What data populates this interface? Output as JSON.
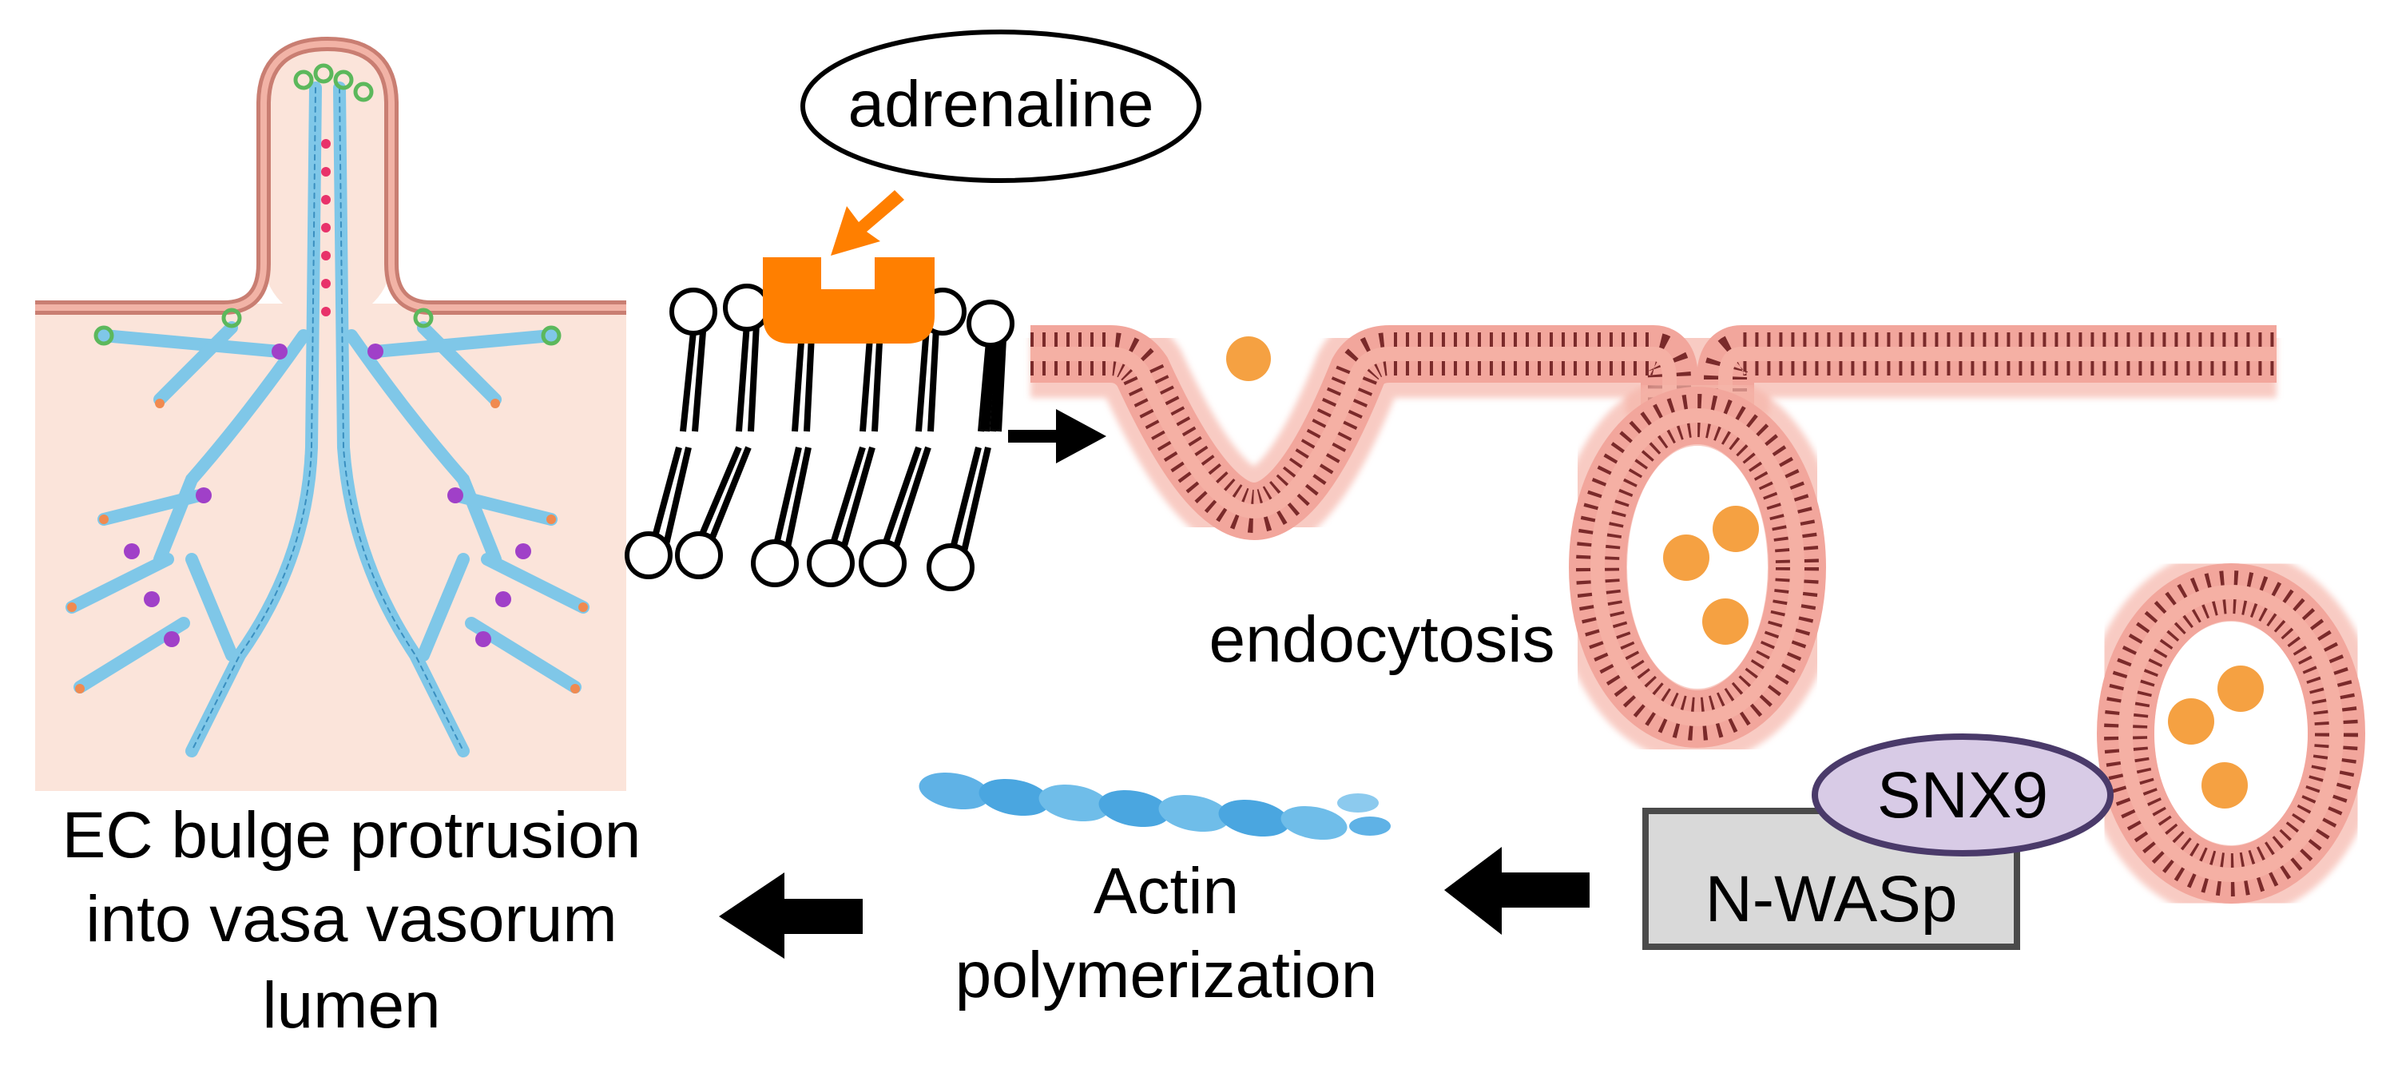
{
  "labels": {
    "adrenaline": "adrenaline",
    "endocytosis": "endocytosis",
    "snx9": "SNX9",
    "nwasp": "N-WASp",
    "actin_line1": "Actin",
    "actin_line2": "polymerization",
    "ec_line1": "EC bulge protrusion",
    "ec_line2": "into vasa vasorum",
    "ec_line3": "lumen"
  },
  "colors": {
    "membrane": "#f2a69c",
    "membrane_edge": "#e0786a",
    "membrane_line": "#7a2a2a",
    "cargo": "#f5a142",
    "receptor": "#ff7f00",
    "panel_bg": "#fbe4da",
    "actin": "#5fb2e6",
    "filament": "#8fd3f0",
    "snx9_fill": "#d8cbe6",
    "snx9_stroke": "#4a3a6a",
    "nwasp_fill": "#d9d9d9",
    "arrow": "#000000"
  }
}
